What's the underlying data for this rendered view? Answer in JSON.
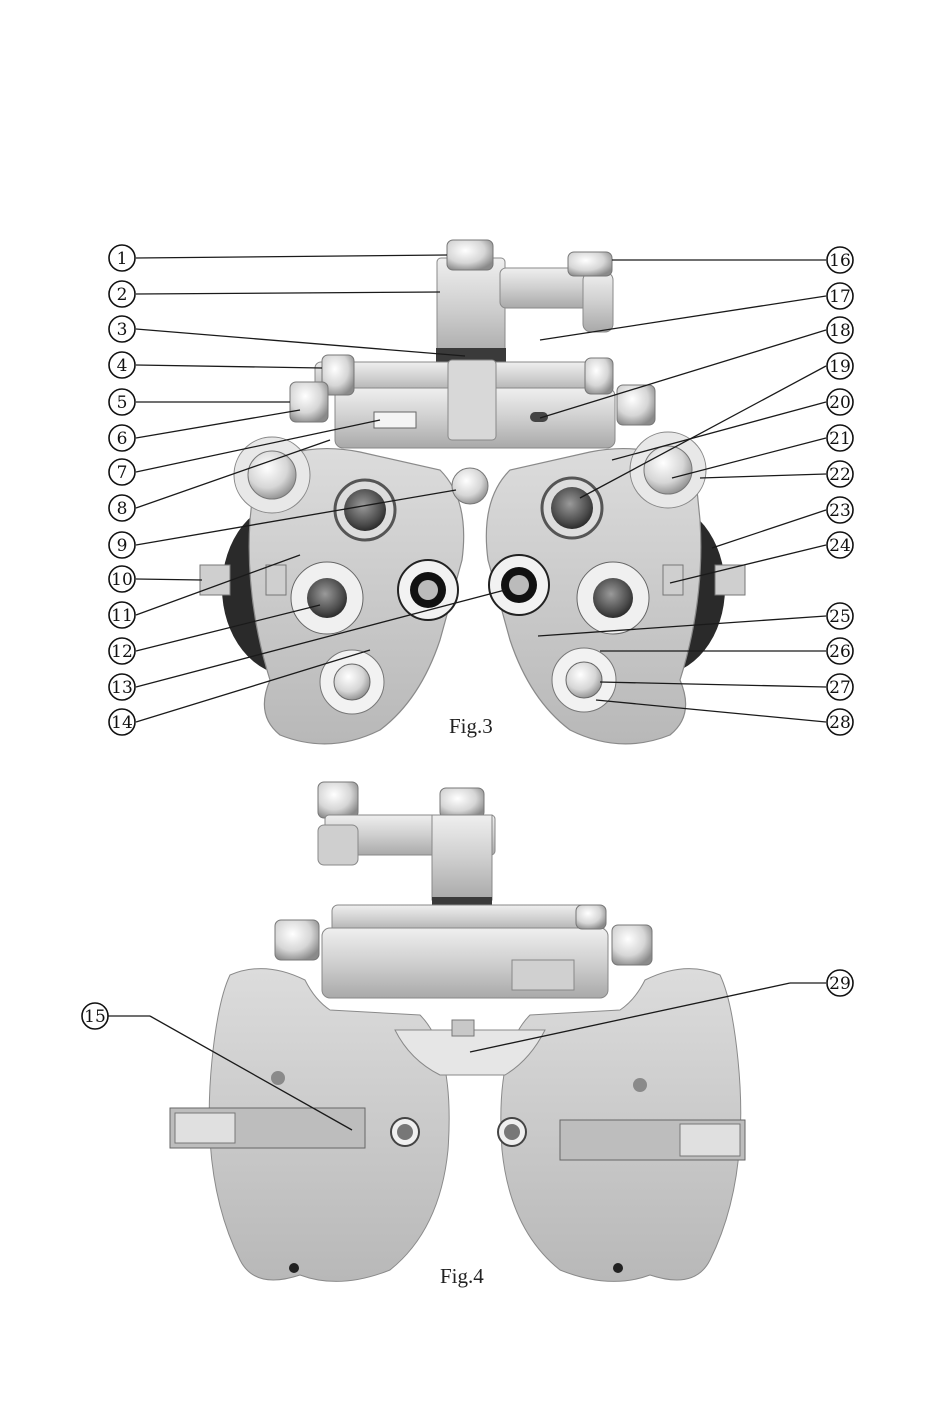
{
  "figures": [
    {
      "id": "fig3",
      "caption": "Fig.3"
    },
    {
      "id": "fig4",
      "caption": "Fig.4"
    }
  ],
  "callouts": {
    "c1": "1",
    "c2": "2",
    "c3": "3",
    "c4": "4",
    "c5": "5",
    "c6": "6",
    "c7": "7",
    "c8": "8",
    "c9": "9",
    "c10": "10",
    "c11": "11",
    "c12": "12",
    "c13": "13",
    "c14": "14",
    "c15": "15",
    "c16": "16",
    "c17": "17",
    "c18": "18",
    "c19": "19",
    "c20": "20",
    "c21": "21",
    "c22": "22",
    "c23": "23",
    "c24": "24",
    "c25": "25",
    "c26": "26",
    "c27": "27",
    "c28": "28",
    "c29": "29"
  },
  "colors": {
    "body": "#c9c9c9",
    "body_dark": "#9c9c9c",
    "metal": "#e2e2e2",
    "black_ring": "#1c1c1c",
    "lines": "#1a1a1a"
  }
}
